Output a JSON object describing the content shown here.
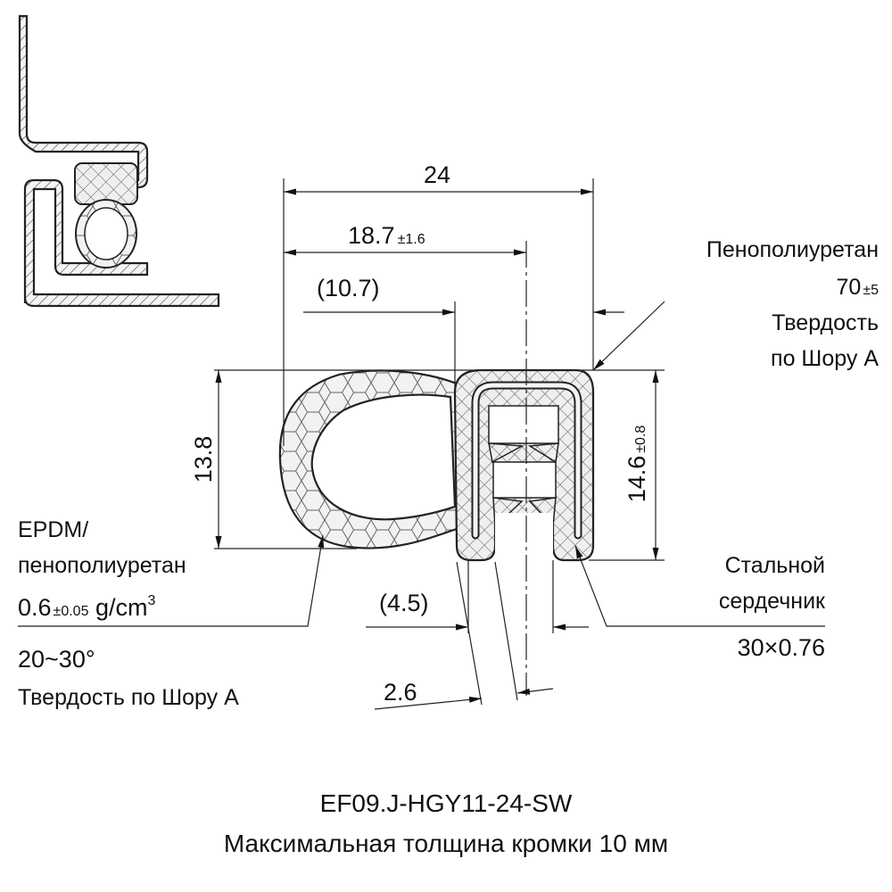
{
  "product": {
    "code": "EF09.J-HGY11-24-SW",
    "description": "Максимальная толщина кромки 10 мм"
  },
  "dimensions": {
    "width_total": "24",
    "width_mid": "18.7",
    "width_mid_tol": "±1.6",
    "width_ref": "(10.7)",
    "height_bulb": "13.8",
    "height_clip": "14.6",
    "height_clip_tol": "±0.8",
    "opening_ref": "(4.5)",
    "leg_thickness": "2.6"
  },
  "callouts": {
    "foam": {
      "material": "Пенополиуретан",
      "hardness_value": "70",
      "hardness_tol": "±5",
      "hardness_label_1": "Твердость",
      "hardness_label_2": "по Шору А"
    },
    "bulb": {
      "material_1": "EPDM/",
      "material_2": "пенополиуретан",
      "density_value": "0.6",
      "density_tol": "±0.05",
      "density_unit": " g/cm",
      "density_exp": "3",
      "hardness_value": "20~30°",
      "hardness_label": "Твердость по Шору А"
    },
    "core": {
      "label_1": "Стальной",
      "label_2": "сердечник",
      "spec": "30×0.76"
    }
  }
}
